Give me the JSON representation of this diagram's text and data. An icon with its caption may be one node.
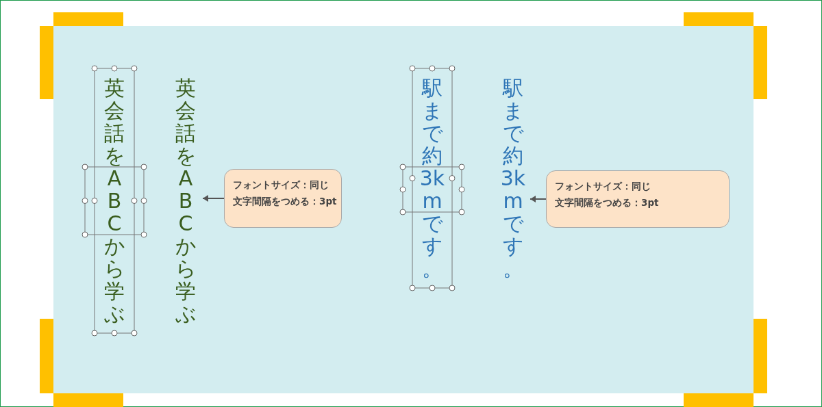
{
  "diagram": {
    "nodes": [
      {
        "text": [
          "英会話をABCから学ぶ"
        ]
      },
      {
        "text": [
          "英会話をABCから学ぶ"
        ]
      },
      {
        "text": [
          "フォントサイズ：同じ",
          "文字間隔をつめる：3pt"
        ]
      },
      {
        "text": [
          "駅まで約3kmです。"
        ]
      },
      {
        "text": [
          "駅まで約3kmです。"
        ]
      },
      {
        "text": [
          "フォントサイズ：同じ",
          "文字間隔をつめる：3pt"
        ]
      }
    ],
    "edges": [
      {
        "from": 2,
        "to": 1,
        "arrow": "to"
      },
      {
        "from": 5,
        "to": 4,
        "arrow": "to"
      }
    ]
  }
}
